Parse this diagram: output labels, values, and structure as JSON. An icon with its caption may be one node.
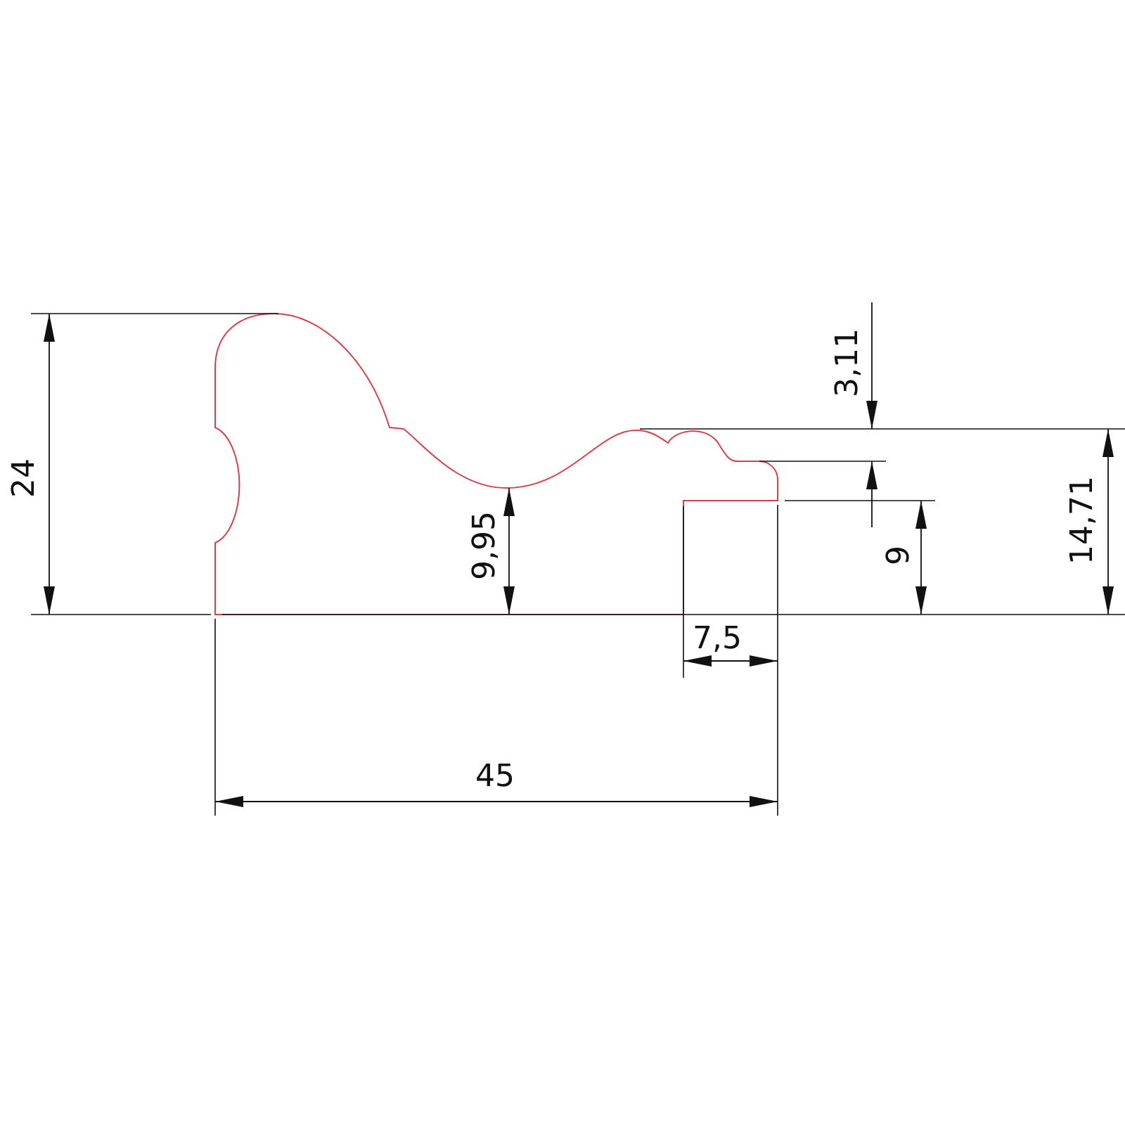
{
  "diagram": {
    "labels": [
      "24",
      "9,95",
      "3,11",
      "9",
      "14,71",
      "7,5",
      "45"
    ]
  }
}
